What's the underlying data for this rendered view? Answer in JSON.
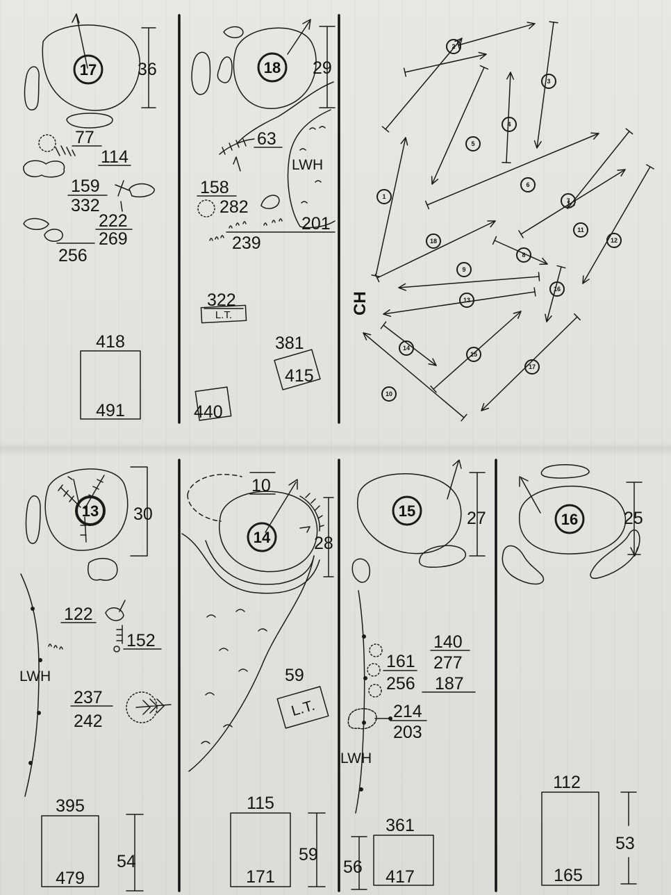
{
  "panels": {
    "hole17": {
      "hole_number": "17",
      "green_depth": "36",
      "yardages": [
        "77",
        "114",
        "159",
        "332",
        "222",
        "269",
        "256"
      ],
      "tee_top": "418",
      "tee_bottom": "491"
    },
    "hole18": {
      "hole_number": "18",
      "green_depth": "29",
      "hazard_label": "LWH",
      "yardages": [
        "63",
        "158",
        "282",
        "201",
        "239"
      ],
      "landing_tee_number": "322",
      "landing_tee_label": "L.T.",
      "tee_box_a_top": "381",
      "tee_box_a_inner": "415",
      "tee_box_b": "440"
    },
    "course_overview": {
      "clubhouse_label": "CH",
      "hole_labels": [
        "1",
        "2",
        "3",
        "4",
        "5",
        "6",
        "7",
        "8",
        "9",
        "10",
        "11",
        "12",
        "13",
        "14",
        "15",
        "16",
        "17",
        "18"
      ]
    },
    "hole13": {
      "hole_number": "13",
      "green_depth": "30",
      "hazard_label": "LWH",
      "yardages": [
        "122",
        "152",
        "237",
        "242"
      ],
      "tee_top": "395",
      "tee_bottom": "479",
      "tee_depth": "54"
    },
    "hole14": {
      "hole_number": "14",
      "green_depth": "28",
      "front_yardage": "10",
      "landing_tee_number": "59",
      "landing_tee_label": "L.T.",
      "tee_top": "115",
      "tee_bottom": "171",
      "tee_depth": "59"
    },
    "hole15": {
      "hole_number": "15",
      "green_depth": "27",
      "hazard_label": "LWH",
      "yardages": [
        "140",
        "161",
        "277",
        "256",
        "187",
        "214",
        "203"
      ],
      "tee_top": "361",
      "tee_bottom": "417",
      "tee_depth": "56"
    },
    "hole16": {
      "hole_number": "16",
      "green_depth": "25",
      "tee_top": "112",
      "tee_bottom": "165",
      "tee_depth": "53"
    }
  },
  "colors": {
    "ink": "#1a1a1a",
    "paper": "#e6e4df"
  }
}
